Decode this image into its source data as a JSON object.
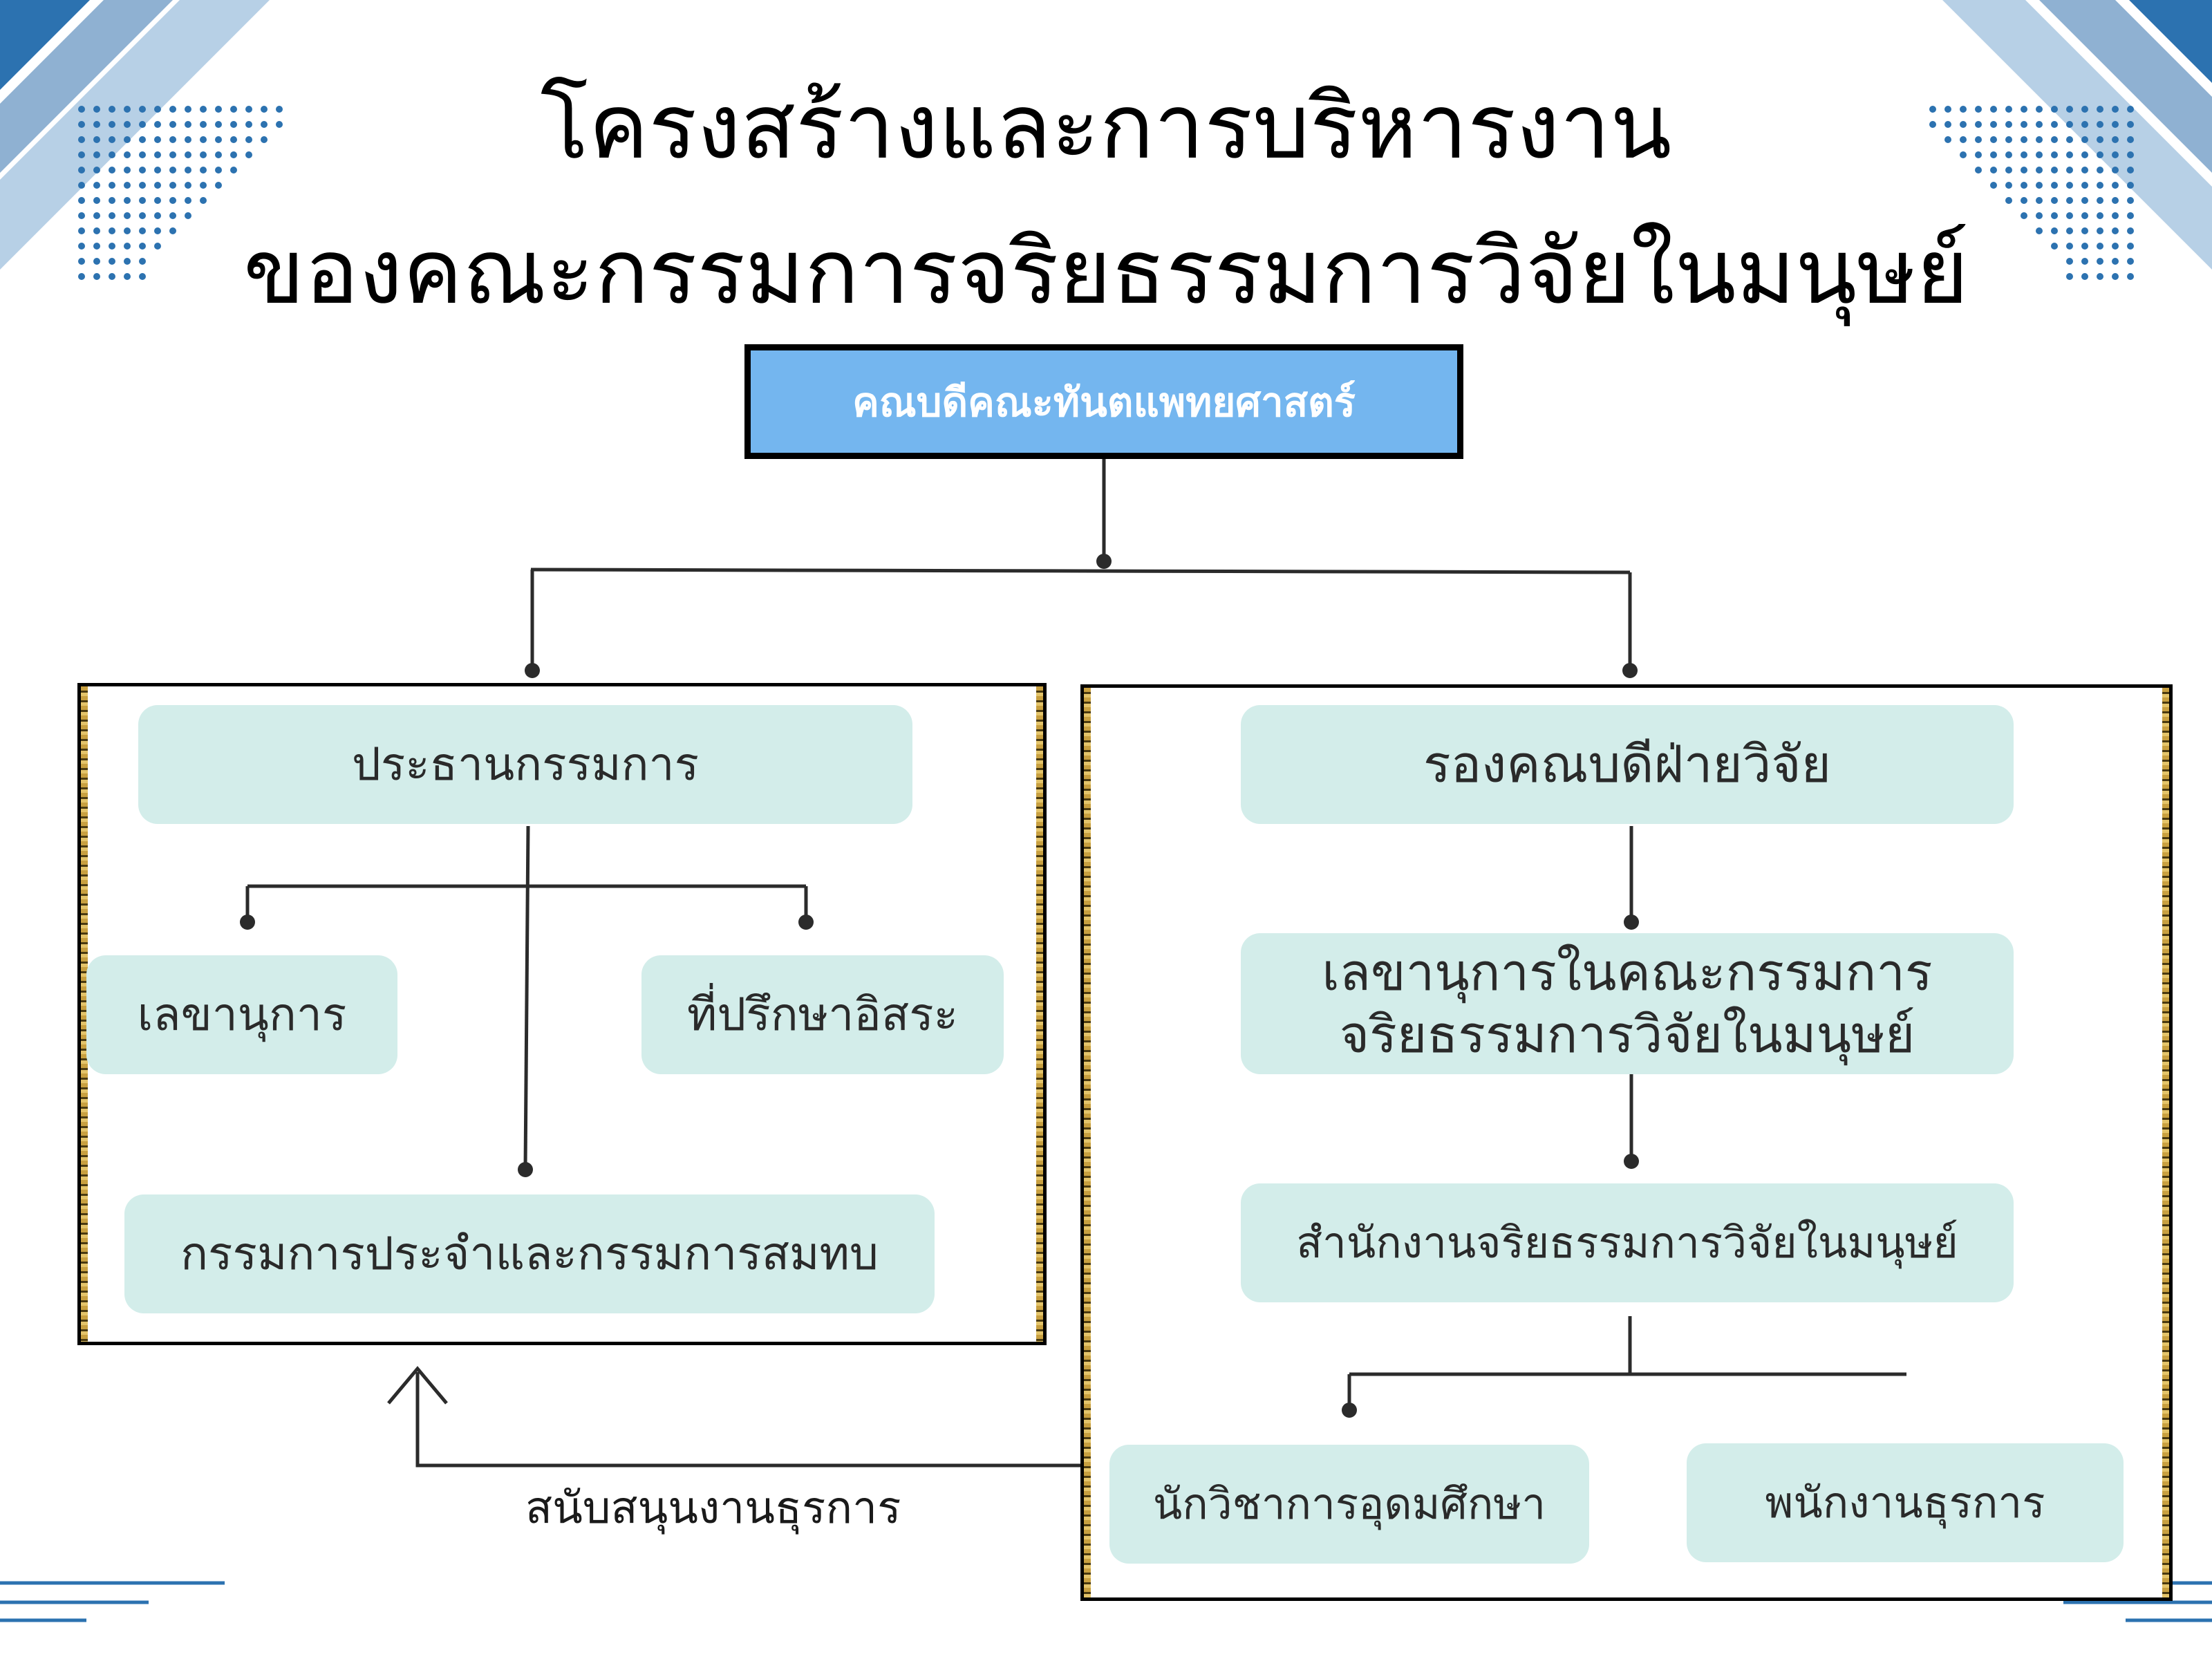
{
  "title": {
    "line1": "โครงสร้างและการบริหารงาน",
    "line2": "ของคณะกรรมการจริยธรรมการวิจัยในมนุษย์"
  },
  "top_node": {
    "label": "คณบดีคณะทันตแพทยศาสตร์"
  },
  "left_panel": {
    "chair": "ประธานกรรมการ",
    "secretary": "เลขานุการ",
    "advisor": "ที่ปรึกษาอิสระ",
    "members": "กรรมการประจำและกรรมการสมทบ"
  },
  "right_panel": {
    "vice_dean": "รองคณบดีฝ่ายวิจัย",
    "committee_secretary": {
      "line1": "เลขานุการในคณะกรรมการ",
      "line2": "จริยธรรมการวิจัยในมนุษย์"
    },
    "office": "สำนักงานจริยธรรมการวิจัยในมนุษย์",
    "academic": "นักวิชาการอุดมศึกษา",
    "staff": "พนักงานธุรการ"
  },
  "support_label": "สนับสนุนงานธุรการ",
  "colors": {
    "top_box_fill": "#74b6ef",
    "node_fill": "#d3edea",
    "accent_blue": "#2c72b0",
    "light_blue": "#b7d0e6"
  }
}
